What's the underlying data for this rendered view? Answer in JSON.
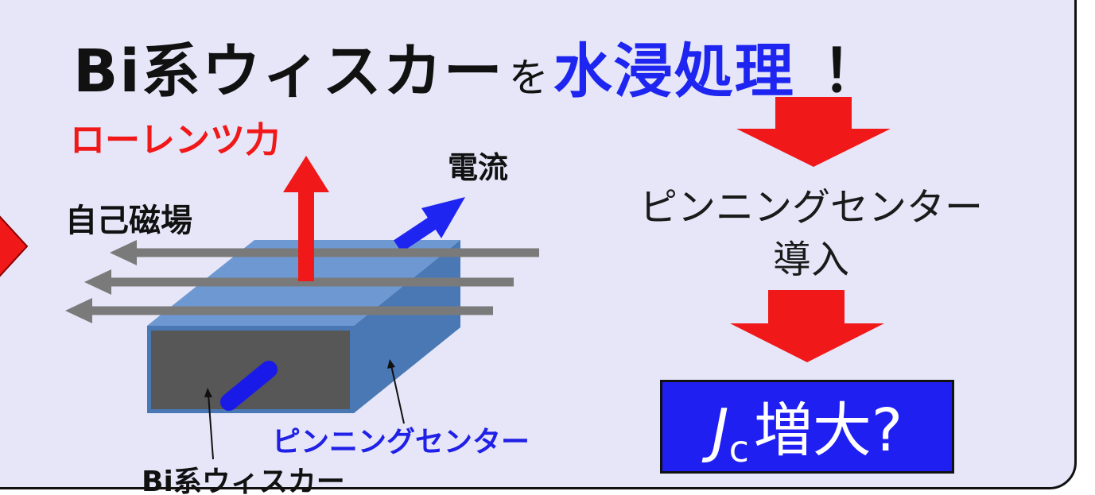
{
  "title": {
    "part1": "Bi系ウィスカー",
    "part2": "を",
    "part3": "水浸処理",
    "part4": "！"
  },
  "labels": {
    "lorentz_force": "ローレンツ力",
    "current": "電流",
    "self_magnetic_field": "自己磁場",
    "pinning_center_blue": "ピンニングセンター",
    "bi_whisker": "Bi系ウィスカー"
  },
  "flow": {
    "line1": "ピンニングセンター",
    "line2": "導入",
    "result_j": "J",
    "result_sub": "c",
    "result_rest": "増大?"
  },
  "colors": {
    "panel_bg": "#e6e6f8",
    "accent_red": "#f01818",
    "accent_blue": "#1f25f0",
    "block_front": "#575757",
    "block_side": "#4a78b4",
    "block_top": "#6e98d2",
    "field_arrows": "#7a7a7a"
  }
}
